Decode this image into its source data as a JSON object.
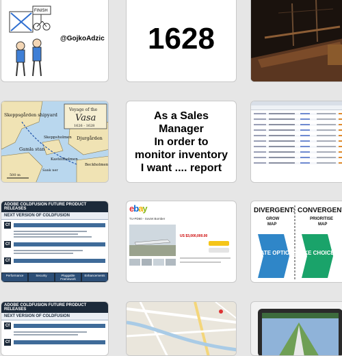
{
  "tiles": {
    "handle": "@GojkoAdzic",
    "sketch_sign": "FINISH",
    "year": "1628",
    "story_lines": [
      "As a Sales",
      "Manager",
      "In order to",
      "monitor inventory",
      "I want .... report"
    ],
    "map": {
      "title_line1": "Voyage of the",
      "title_line2": "Vasa",
      "years": "1626 - 1628",
      "labels": [
        "Skeppsgården shipyard",
        "Gamla stan",
        "Skeppsholmen",
        "Djurgården",
        "Kastellholmen",
        "Beckholmen",
        "Sank ner",
        "500 m"
      ]
    },
    "canvas": {
      "divergent_title": "DIVERGENT:",
      "divergent_sub1": "GROW",
      "divergent_sub2": "MAP",
      "convergent_title": "CONVERGENT:",
      "convergent_sub1": "PRIORITISE",
      "convergent_sub2": "MAP",
      "create": "CREATE OPTIONS",
      "make": "MAKE CHOICES"
    },
    "coldfusion": {
      "header": "ADOBE COLDFUSION FUTURE PRODUCT RELEASES",
      "subheader": "NEXT VERSION OF COLDFUSION",
      "footer": [
        "Performance",
        "Security",
        "Pluggable Framework",
        "Enhancements"
      ],
      "cf_badge": "Cf"
    },
    "ebay": {
      "title": "TU-PD60 - Soviet Bomber",
      "price": "US $3,000,000.00"
    },
    "spreadsheet": {
      "title": "Gallery"
    }
  },
  "colors": {
    "background": "#e6e6e6",
    "tile": "#ffffff",
    "map_water": "#b9d7ee",
    "map_land": "#f0e3b4",
    "canvas_blue": "#2f86c8",
    "canvas_green": "#1aa36a"
  }
}
